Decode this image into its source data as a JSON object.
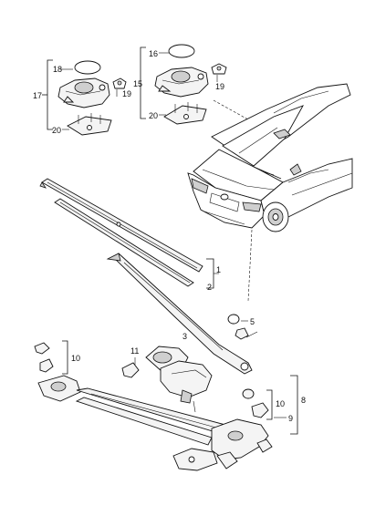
{
  "callouts": {
    "c1": "1",
    "c2": "2",
    "c3": "3",
    "c5": "5",
    "c8": "8",
    "c9": "9",
    "c10a": "10",
    "c10b": "10",
    "c11": "11",
    "c15": "15",
    "c16": "16",
    "c17": "17",
    "c18": "18",
    "c19a": "19",
    "c19b": "19",
    "c20a": "20",
    "c20b": "20"
  }
}
